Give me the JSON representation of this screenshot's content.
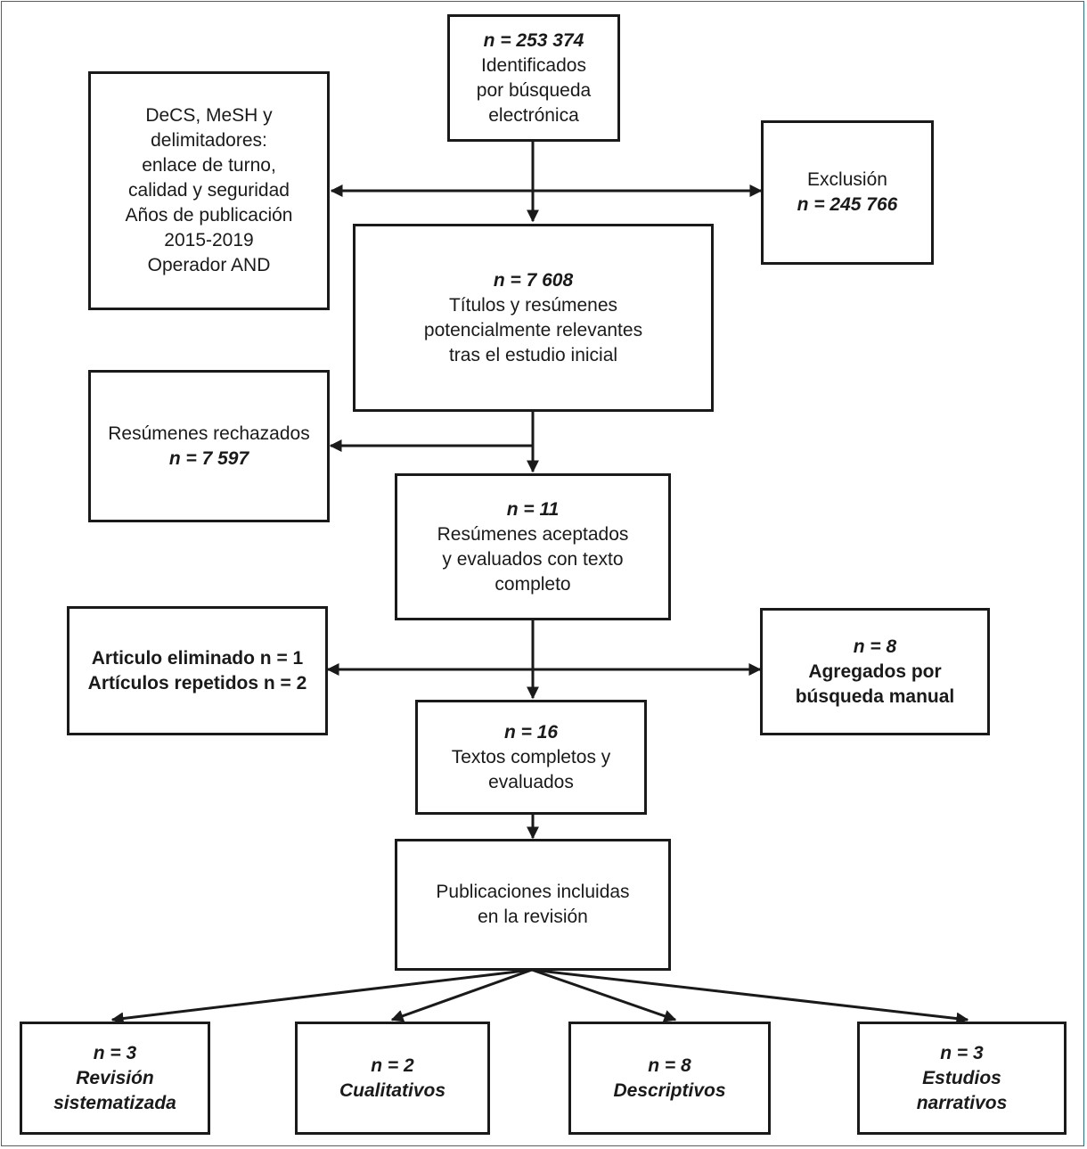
{
  "boxes": {
    "identified": {
      "count": "n = 253 374",
      "lines": [
        "Identificados",
        "por búsqueda",
        "electrónica"
      ]
    },
    "search_terms": {
      "lines": [
        "DeCS, MeSH y",
        "delimitadores:",
        "enlace de turno,",
        "calidad y seguridad",
        "Años de publicación",
        "2015-2019",
        "Operador AND"
      ]
    },
    "exclusion": {
      "label": "Exclusión",
      "count": "n = 245 766"
    },
    "titles": {
      "count": "n = 7 608",
      "lines": [
        "Títulos y resúmenes",
        "potencialmente relevantes",
        "tras el estudio inicial"
      ]
    },
    "rejected": {
      "label": "Resúmenes rechazados",
      "count": "n = 7 597"
    },
    "accepted": {
      "count": "n = 11",
      "lines": [
        "Resúmenes aceptados",
        "y evaluados con texto",
        "completo"
      ]
    },
    "removed": {
      "line1": "Articulo eliminado n = 1",
      "line2": "Artículos repetidos n = 2"
    },
    "added": {
      "count": "n = 8",
      "lines": [
        "Agregados por",
        "búsqueda manual"
      ]
    },
    "full_texts": {
      "count": "n = 16",
      "lines": [
        "Textos completos y",
        "evaluados"
      ]
    },
    "included": {
      "lines": [
        "Publicaciones incluidas",
        "en la revisión"
      ]
    },
    "systematized": {
      "count": "n = 3",
      "lines": [
        "Revisión",
        "sistematizada"
      ]
    },
    "qualitative": {
      "count": "n = 2",
      "lines": [
        "Cualitativos"
      ]
    },
    "descriptive": {
      "count": "n = 8",
      "lines": [
        "Descriptivos"
      ]
    },
    "narrative": {
      "count": "n = 3",
      "lines": [
        "Estudios",
        "narrativos"
      ]
    }
  }
}
